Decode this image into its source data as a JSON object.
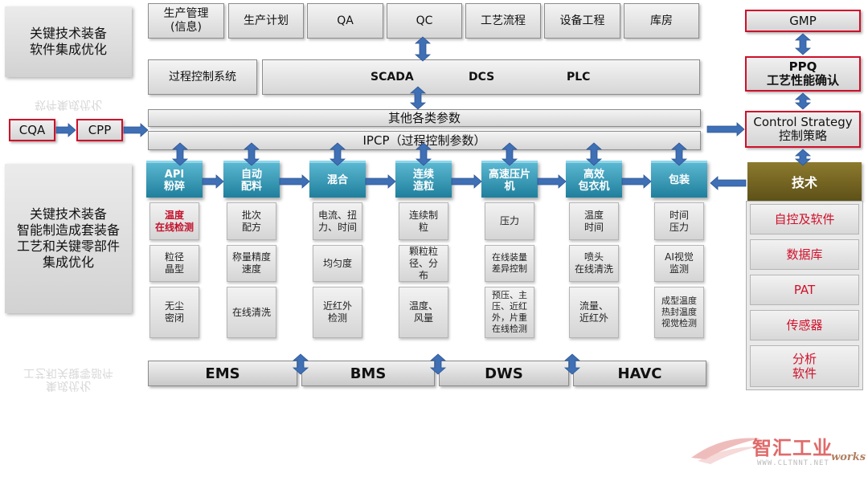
{
  "left_panel": {
    "top_label": "关键技术装备\n软件集成优化",
    "top_reflection": "软件集成优化",
    "middle_label": "关键技术装备\n智能制造成套装备\n工艺和关键零部件\n集成优化",
    "bottom_reflection": "集成优化\n工艺和关键零部件"
  },
  "top_row": {
    "items": [
      "生产管理\n(信息)",
      "生产计划",
      "QA",
      "QC",
      "工艺流程",
      "设备工程",
      "库房"
    ]
  },
  "process_control": {
    "label": "过程控制系统",
    "systems": [
      "SCADA",
      "DCS",
      "PLC"
    ]
  },
  "params": {
    "other": "其他各类参数",
    "ipcp": "IPCP（过程控制参数）"
  },
  "cqa": "CQA",
  "cpp": "CPP",
  "right_chain": {
    "gmp": "GMP",
    "ppq": "PPQ\n工艺性能确认",
    "control_strategy": "Control Strategy\n控制策略"
  },
  "tech": {
    "header": "技术",
    "items": [
      "自控及软件",
      "数据库",
      "PAT",
      "传感器",
      "分析\n软件"
    ]
  },
  "steps": [
    {
      "name": "API\n粉碎",
      "cells": [
        {
          "text": "温度\n在线检测",
          "red": true
        },
        {
          "text": "粒径\n晶型"
        },
        {
          "text": "无尘\n密闭"
        }
      ]
    },
    {
      "name": "自动\n配料",
      "cells": [
        {
          "text": "批次\n配方"
        },
        {
          "text": "称量精度\n速度"
        },
        {
          "text": "在线清洗"
        }
      ]
    },
    {
      "name": "混合",
      "cells": [
        {
          "text": "电流、扭\n力、时间"
        },
        {
          "text": "均匀度"
        },
        {
          "text": "近红外\n检测"
        }
      ]
    },
    {
      "name": "连续\n造粒",
      "cells": [
        {
          "text": "连续制\n粒"
        },
        {
          "text": "颗粒粒\n径、分\n布"
        },
        {
          "text": "温度、\n风量"
        }
      ]
    },
    {
      "name": "高速压片\n机",
      "cells": [
        {
          "text": "压力"
        },
        {
          "text": "在线装量\n差异控制",
          "small": true
        },
        {
          "text": "预压、主\n压、近红\n外，片重\n在线检测",
          "small": true
        }
      ]
    },
    {
      "name": "高效\n包衣机",
      "cells": [
        {
          "text": "温度\n时间"
        },
        {
          "text": "喷头\n在线清洗"
        },
        {
          "text": "流量、\n近红外"
        }
      ]
    },
    {
      "name": "包装",
      "cells": [
        {
          "text": "时间\n压力"
        },
        {
          "text": "AI视觉\n监测"
        },
        {
          "text": "成型温度\n热封温度\n视觉检测",
          "small": true
        }
      ]
    }
  ],
  "bottom_systems": [
    "EMS",
    "BMS",
    "DWS",
    "HAVC"
  ],
  "watermark": {
    "cn": "智汇工业",
    "url": "WWW.CLTNNT.NET",
    "brand": "works"
  },
  "colors": {
    "arrow_blue": "#3f6fb5",
    "teal": "#2a8fae",
    "red_border": "#d0102a",
    "tech_header": "#7a6a24"
  }
}
